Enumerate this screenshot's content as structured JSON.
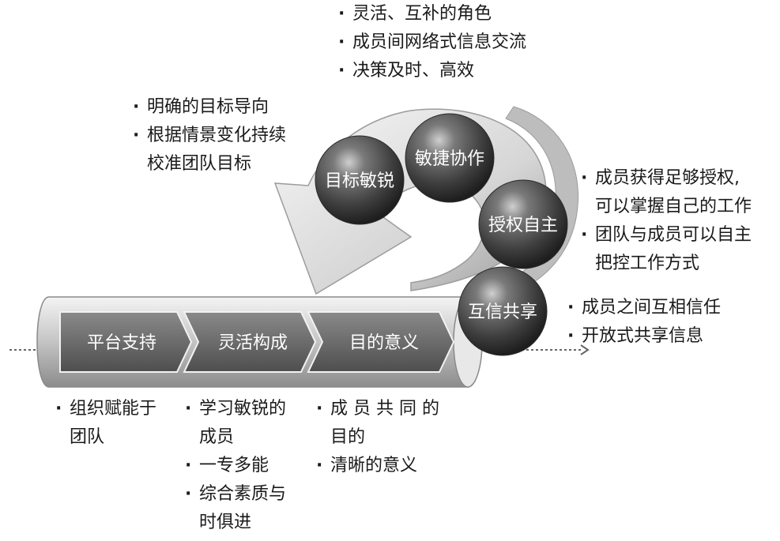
{
  "stages": [
    "平台支持",
    "灵活构成",
    "目的意义"
  ],
  "spheres": [
    "目标敏锐",
    "敏捷协作",
    "授权自主",
    "互信共享"
  ],
  "notes": {
    "top": [
      "灵活、互补的角色",
      "成员间网络式信息交流",
      "决策及时、高效"
    ],
    "left": [
      "明确的目标导向",
      "根据情景变化持续",
      "校准团队目标"
    ],
    "right1": [
      "成员获得足够授权,",
      "可以掌握自己的工作",
      "团队与成员可以自主",
      "把控工作方式"
    ],
    "right2": [
      "成员之间互相信任",
      "开放式共享信息"
    ],
    "bottom1": [
      "组织赋能于",
      "团队"
    ],
    "bottom2": [
      "学习敏锐的",
      "成员",
      "一专多能",
      "综合素质与",
      "时俱进"
    ],
    "bottom3": [
      "成 员 共 同 的",
      "目的",
      "清晰的意义"
    ]
  },
  "colors": {
    "sphere": "#4a4a4a",
    "chevron": "#6c6c6c",
    "ribbon": "#d9d9d9",
    "text": "#1a1a1a"
  }
}
